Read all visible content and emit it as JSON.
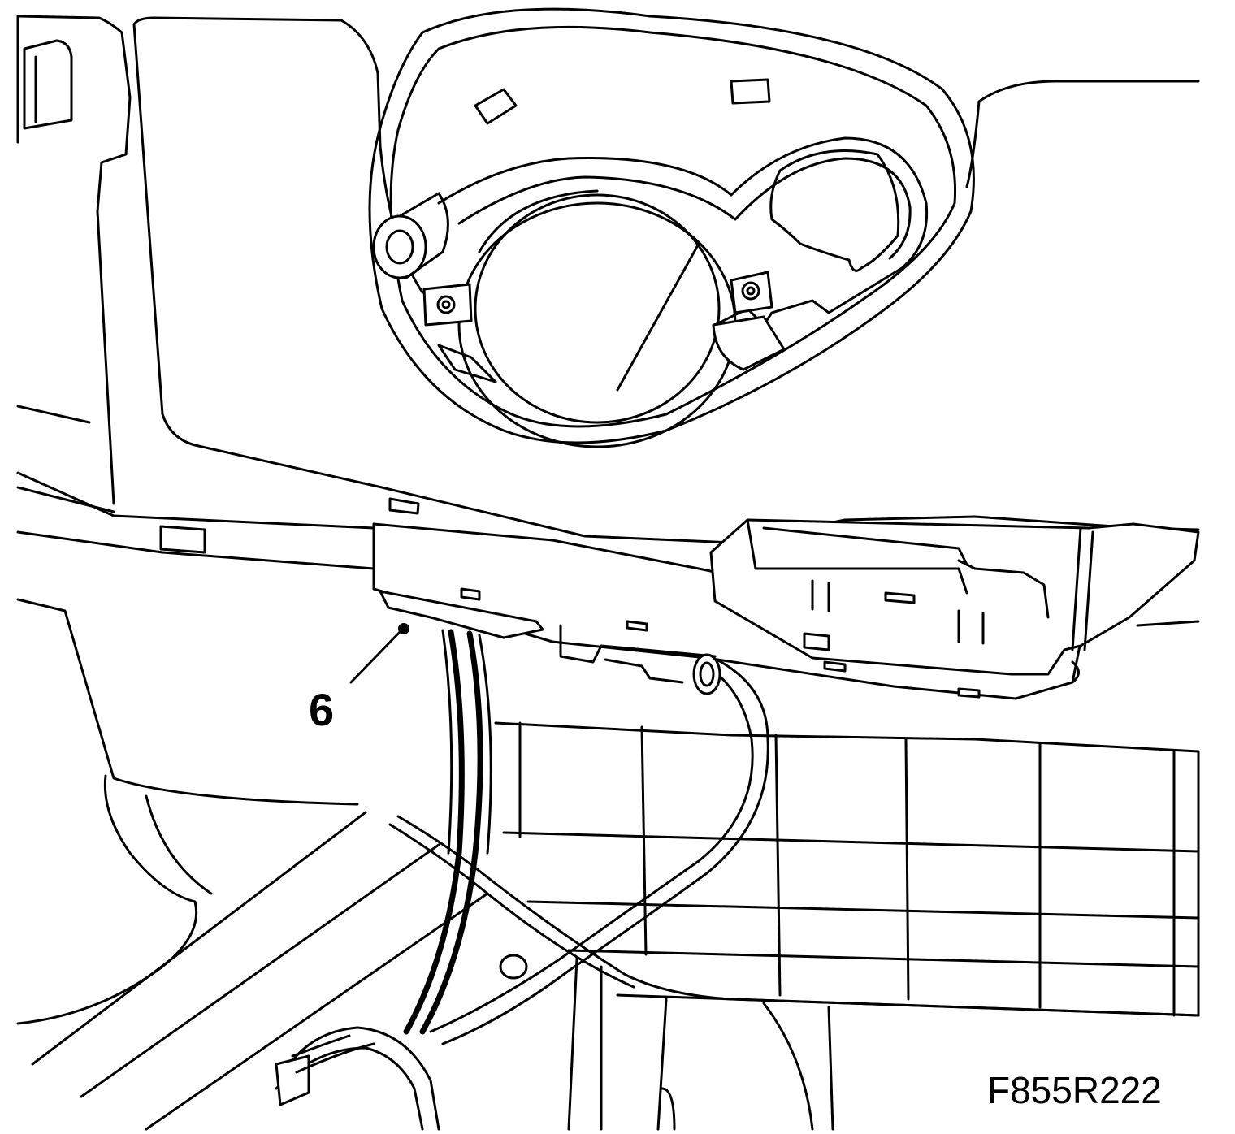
{
  "diagram": {
    "callouts": [
      {
        "id": "6",
        "label": "6"
      }
    ],
    "figure_code": "F855R222",
    "colors": {
      "line": "#000000",
      "background": "#ffffff"
    }
  }
}
